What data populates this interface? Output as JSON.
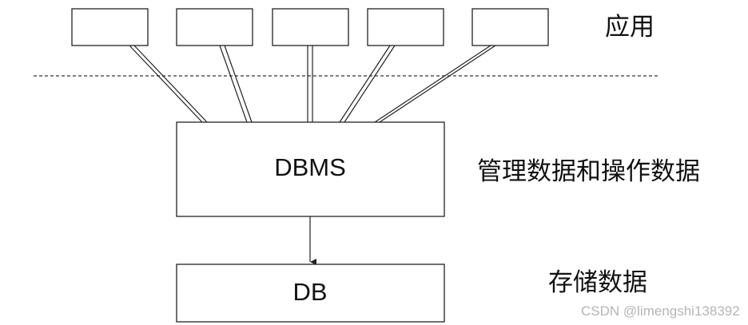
{
  "layers": {
    "application": "应用",
    "management": "管理数据和操作数据",
    "storage": "存储数据"
  },
  "boxes": {
    "app_count": 5,
    "dbms": "DBMS",
    "db": "DB"
  },
  "watermark": "CSDN @limengshi138392",
  "colors": {
    "stroke": "#222222",
    "text": "#111111",
    "watermark": "#b5b5b5"
  }
}
